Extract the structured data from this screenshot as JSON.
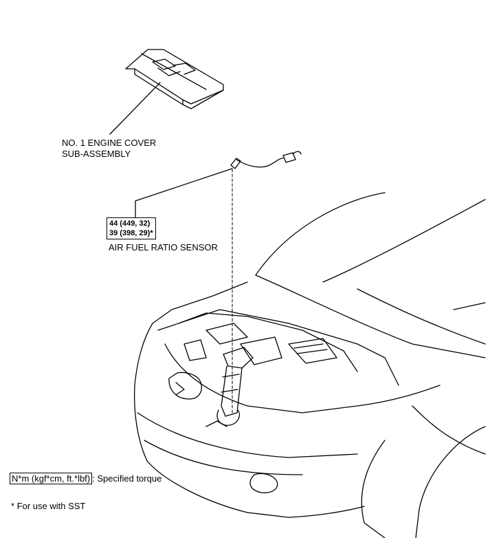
{
  "labels": {
    "engine_cover_line1": "NO. 1 ENGINE COVER",
    "engine_cover_line2": "SUB-ASSEMBLY",
    "torque_line1": "44 (449, 32)",
    "torque_line2": "39 (398, 29)*",
    "sensor": "AIR FUEL RATIO SENSOR"
  },
  "legend": {
    "unit": "N*m (kgf*cm, ft.*lbf)",
    "text": ": Specified torque"
  },
  "note": "* For use with SST"
}
